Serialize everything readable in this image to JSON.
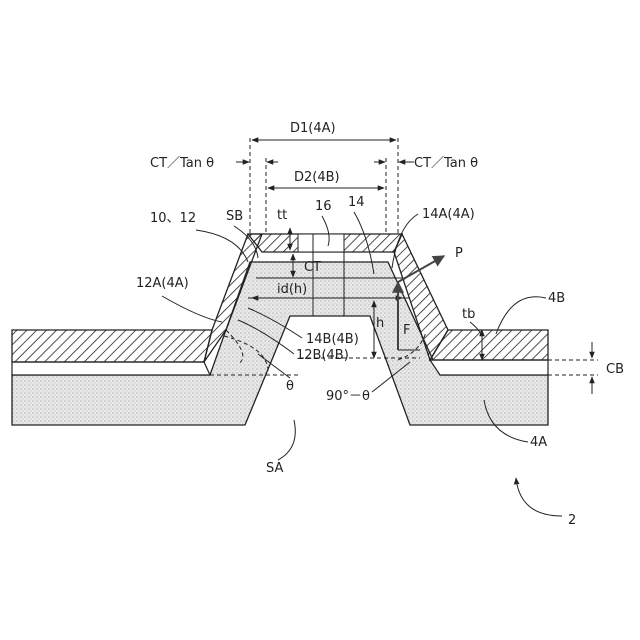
{
  "figure_ref": "2",
  "labels": {
    "d1": "D1(4A)",
    "d2": "D2(4B)",
    "ct_tan_left": "CT／Tan θ",
    "ct_tan_right": "CT／Tan θ",
    "ref_10_12": "10、12",
    "sb": "SB",
    "tt": "tt",
    "ref_16": "16",
    "ref_14": "14",
    "ref_14a": "14A(4A)",
    "p": "P",
    "ct": "CT",
    "ref_12a": "12A(4A)",
    "id_h": "id(h)",
    "ref_4b": "4B",
    "tb": "tb",
    "h": "h",
    "f": "F",
    "ref_14b": "14B(4B)",
    "ref_12b": "12B(4B)",
    "cb": "CB",
    "theta": "θ",
    "angle_90": "90°－θ",
    "ref_4a": "4A",
    "sa": "SA"
  },
  "colors": {
    "line": "#222222",
    "substrate_fill": "#e4e4e4",
    "hatch": "#222222",
    "background": "#ffffff"
  }
}
